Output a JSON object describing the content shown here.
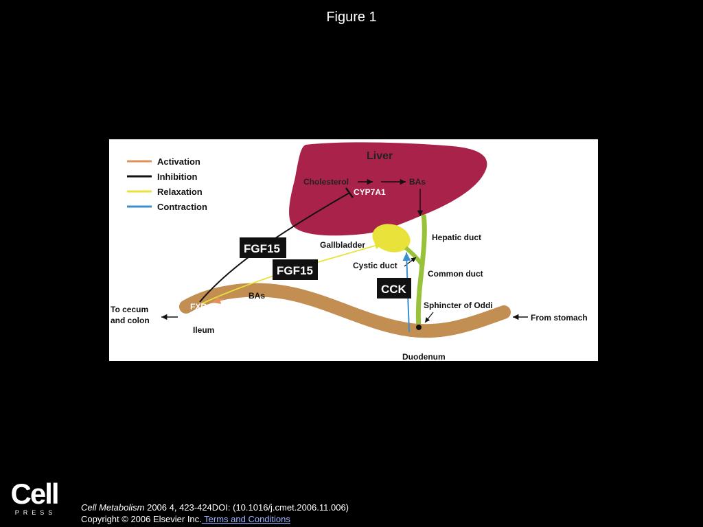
{
  "slide": {
    "title": "Figure 1"
  },
  "legend": [
    {
      "label": "Activation",
      "color": "#e0905a"
    },
    {
      "label": "Inhibition",
      "color": "#111111"
    },
    {
      "label": "Relaxation",
      "color": "#e8e23a"
    },
    {
      "label": "Contraction",
      "color": "#3a8fd0"
    }
  ],
  "diagram": {
    "liver": "Liver",
    "cholesterol": "Cholesterol",
    "bas_top": "BAs",
    "cyp7a1": "CYP7A1",
    "fgf15_a": "FGF15",
    "fgf15_b": "FGF15",
    "gallbladder": "Gallbladder",
    "hepatic_duct": "Hepatic duct",
    "cystic_duct": "Cystic duct",
    "common_duct": "Common duct",
    "cck": "CCK",
    "sphincter": "Sphincter of Oddi",
    "fxr": "FXR",
    "bas_gut": "BAs",
    "to_cecum_1": "To cecum",
    "to_cecum_2": "and colon",
    "ileum": "Ileum",
    "duodenum": "Duodenum",
    "from_stomach": "From stomach"
  },
  "colors": {
    "liver": "#a8224a",
    "gallbladder": "#e8e23a",
    "duct": "#98c23a",
    "intestine": "#c38e52",
    "activation": "#e0905a",
    "inhibition": "#111111",
    "relaxation": "#e8e23a",
    "contraction": "#3a8fd0"
  },
  "footer": {
    "logo_word": "Cell",
    "logo_sub": "PRESS",
    "journal": "Cell Metabolism",
    "citation_rest": " 2006 4, 423-424DOI: (10.1016/j.cmet.2006.11.006)",
    "copyright": "Copyright © 2006 Elsevier Inc.",
    "terms": " Terms and Conditions"
  }
}
